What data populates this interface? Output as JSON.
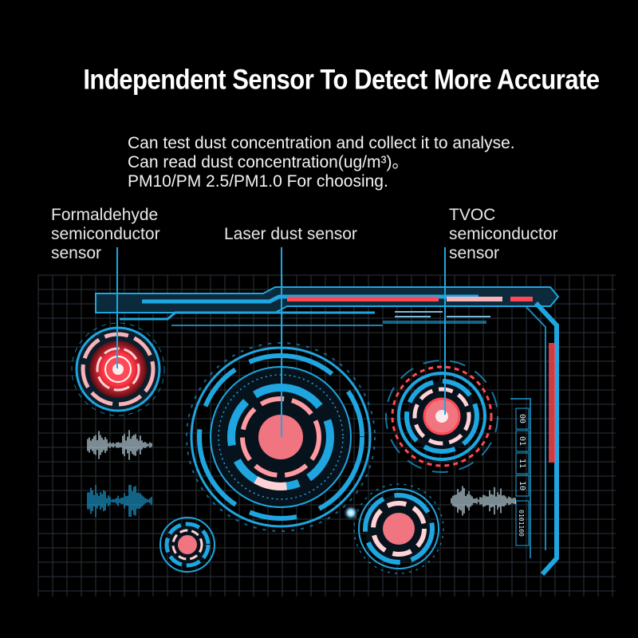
{
  "title": "Independent Sensor To Detect More Accurate",
  "description": [
    "Can test dust concentration and collect it to analyse.",
    "Can read dust concentration(ug/m³)。",
    "PM10/PM 2.5/PM1.0 For choosing."
  ],
  "sensors": {
    "formaldehyde": [
      "Formaldehyde",
      "semiconductor",
      "sensor"
    ],
    "laser": "Laser dust sensor",
    "tvoc": [
      "TVOC",
      "semiconductor",
      "sensor"
    ]
  },
  "hud": {
    "side_codes": [
      "00",
      "01",
      "11",
      "10"
    ],
    "side_binary": "0101100",
    "colors": {
      "blue": "#1fa6e0",
      "red": "#ff4a55",
      "pink": "#f7b3b8",
      "grid": "#3a4650"
    }
  }
}
